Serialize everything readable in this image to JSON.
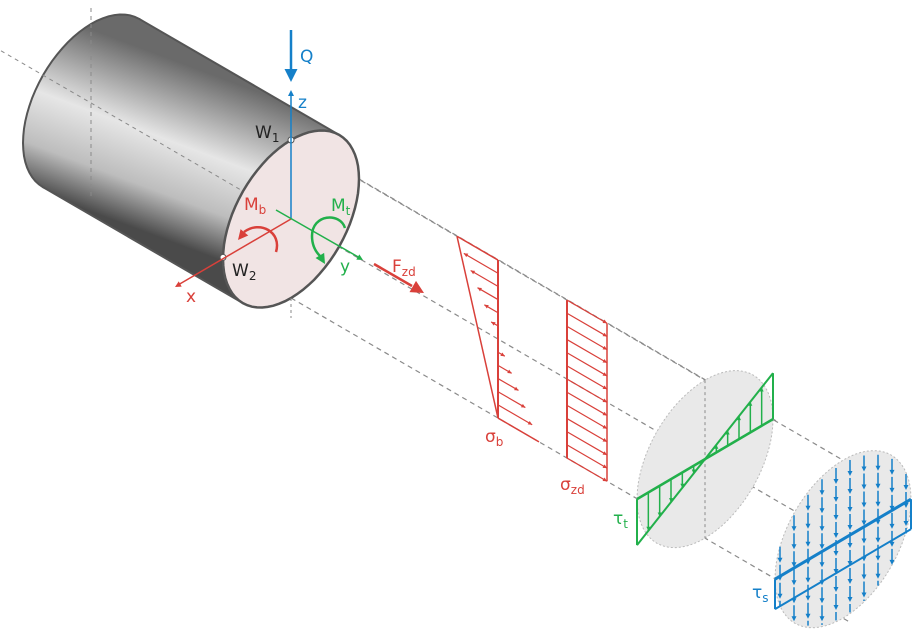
{
  "colors": {
    "red": "#d9403a",
    "green": "#22b04b",
    "blue": "#1580c9",
    "outline": "#555555",
    "face": "#f1e4e4",
    "section": "#e9e9e9",
    "dash": "#8a8a8a"
  },
  "labels": {
    "Q": "Q",
    "z": "z",
    "x": "x",
    "y": "y",
    "W1": {
      "main": "W",
      "sub": "1"
    },
    "W2": {
      "main": "W",
      "sub": "2"
    },
    "Mb": {
      "main": "M",
      "sub": "b"
    },
    "Mt": {
      "main": "M",
      "sub": "t"
    },
    "Fzd": {
      "main": "F",
      "sub": "zd"
    },
    "sigma_b": {
      "main": "σ",
      "sub": "b"
    },
    "sigma_zd": {
      "main": "σ",
      "sub": "zd"
    },
    "tau_t": {
      "main": "τ",
      "sub": "t"
    },
    "tau_s": {
      "main": "τ",
      "sub": "s"
    }
  }
}
